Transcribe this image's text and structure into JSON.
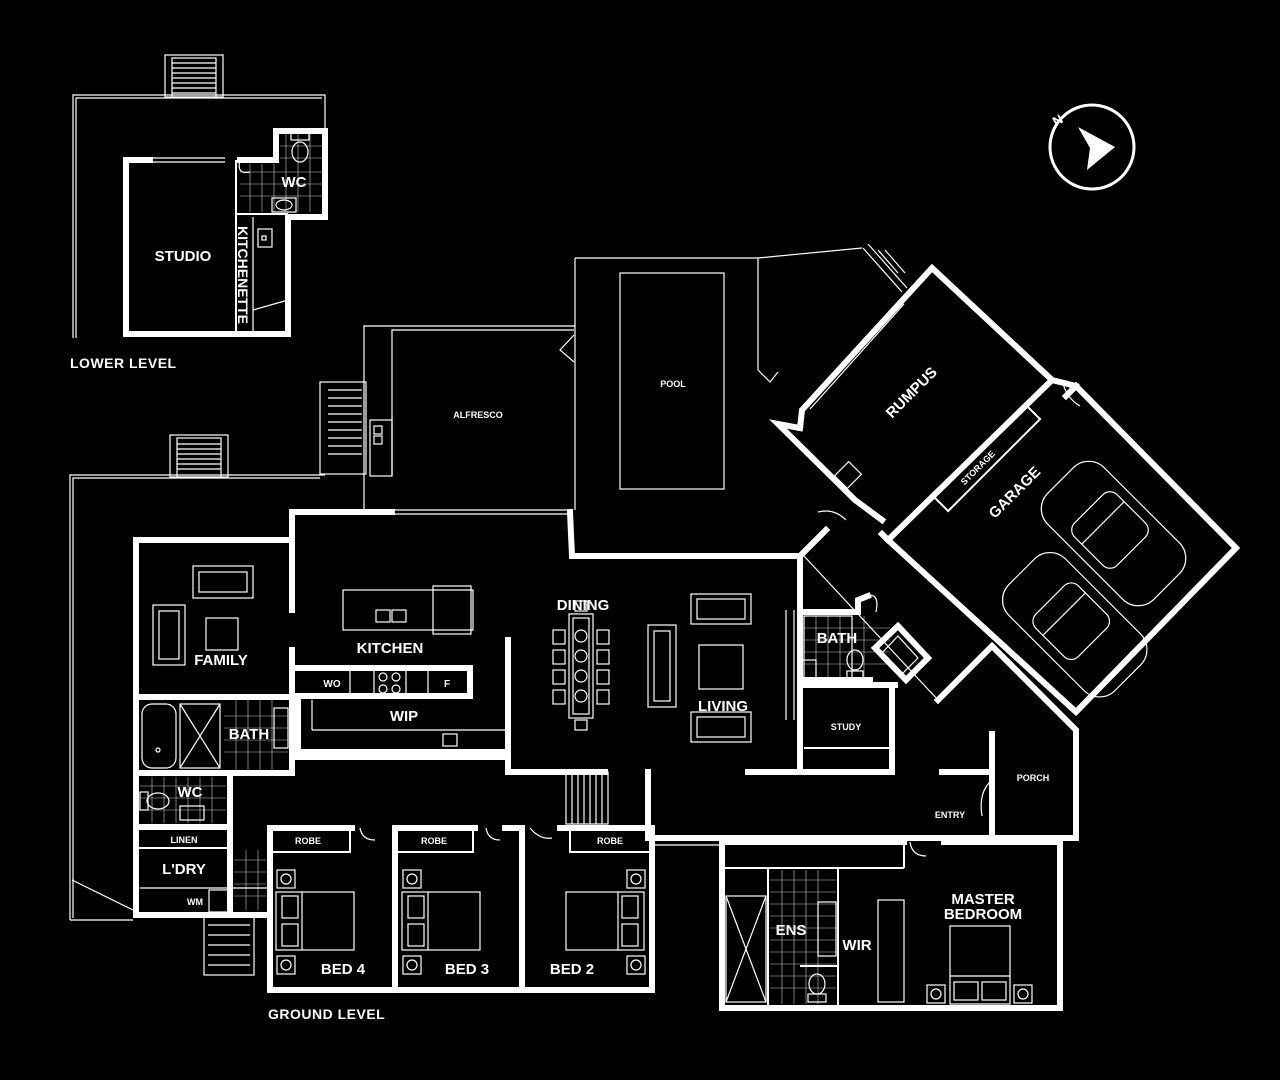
{
  "levels": {
    "lower": "LOWER LEVEL",
    "ground": "GROUND LEVEL"
  },
  "compass": {
    "letter": "N",
    "icon": "north-arrow-icon"
  },
  "rooms": {
    "studio": "STUDIO",
    "kitchenette": "KITCHENETTE",
    "wc_lower": "WC",
    "alfresco": "ALFRESCO",
    "pool": "POOL",
    "rumpus": "RUMPUS",
    "storage": "STORAGE",
    "garage": "GARAGE",
    "family": "FAMILY",
    "kitchen": "KITCHEN",
    "dining": "DINING",
    "living": "LIVING",
    "wip": "WIP",
    "wo": "WO",
    "fridge": "F",
    "bath_west": "BATH",
    "wc_ground": "WC",
    "linen": "LINEN",
    "laundry": "L'DRY",
    "wm": "WM",
    "bath_east": "BATH",
    "study": "STUDY",
    "porch": "PORCH",
    "entry": "ENTRY",
    "robe_4": "ROBE",
    "robe_3": "ROBE",
    "robe_2": "ROBE",
    "bed_4": "BED 4",
    "bed_3": "BED 3",
    "bed_2": "BED 2",
    "ens": "ENS",
    "wir": "WIR",
    "master_line1": "MASTER",
    "master_line2": "BEDROOM"
  }
}
